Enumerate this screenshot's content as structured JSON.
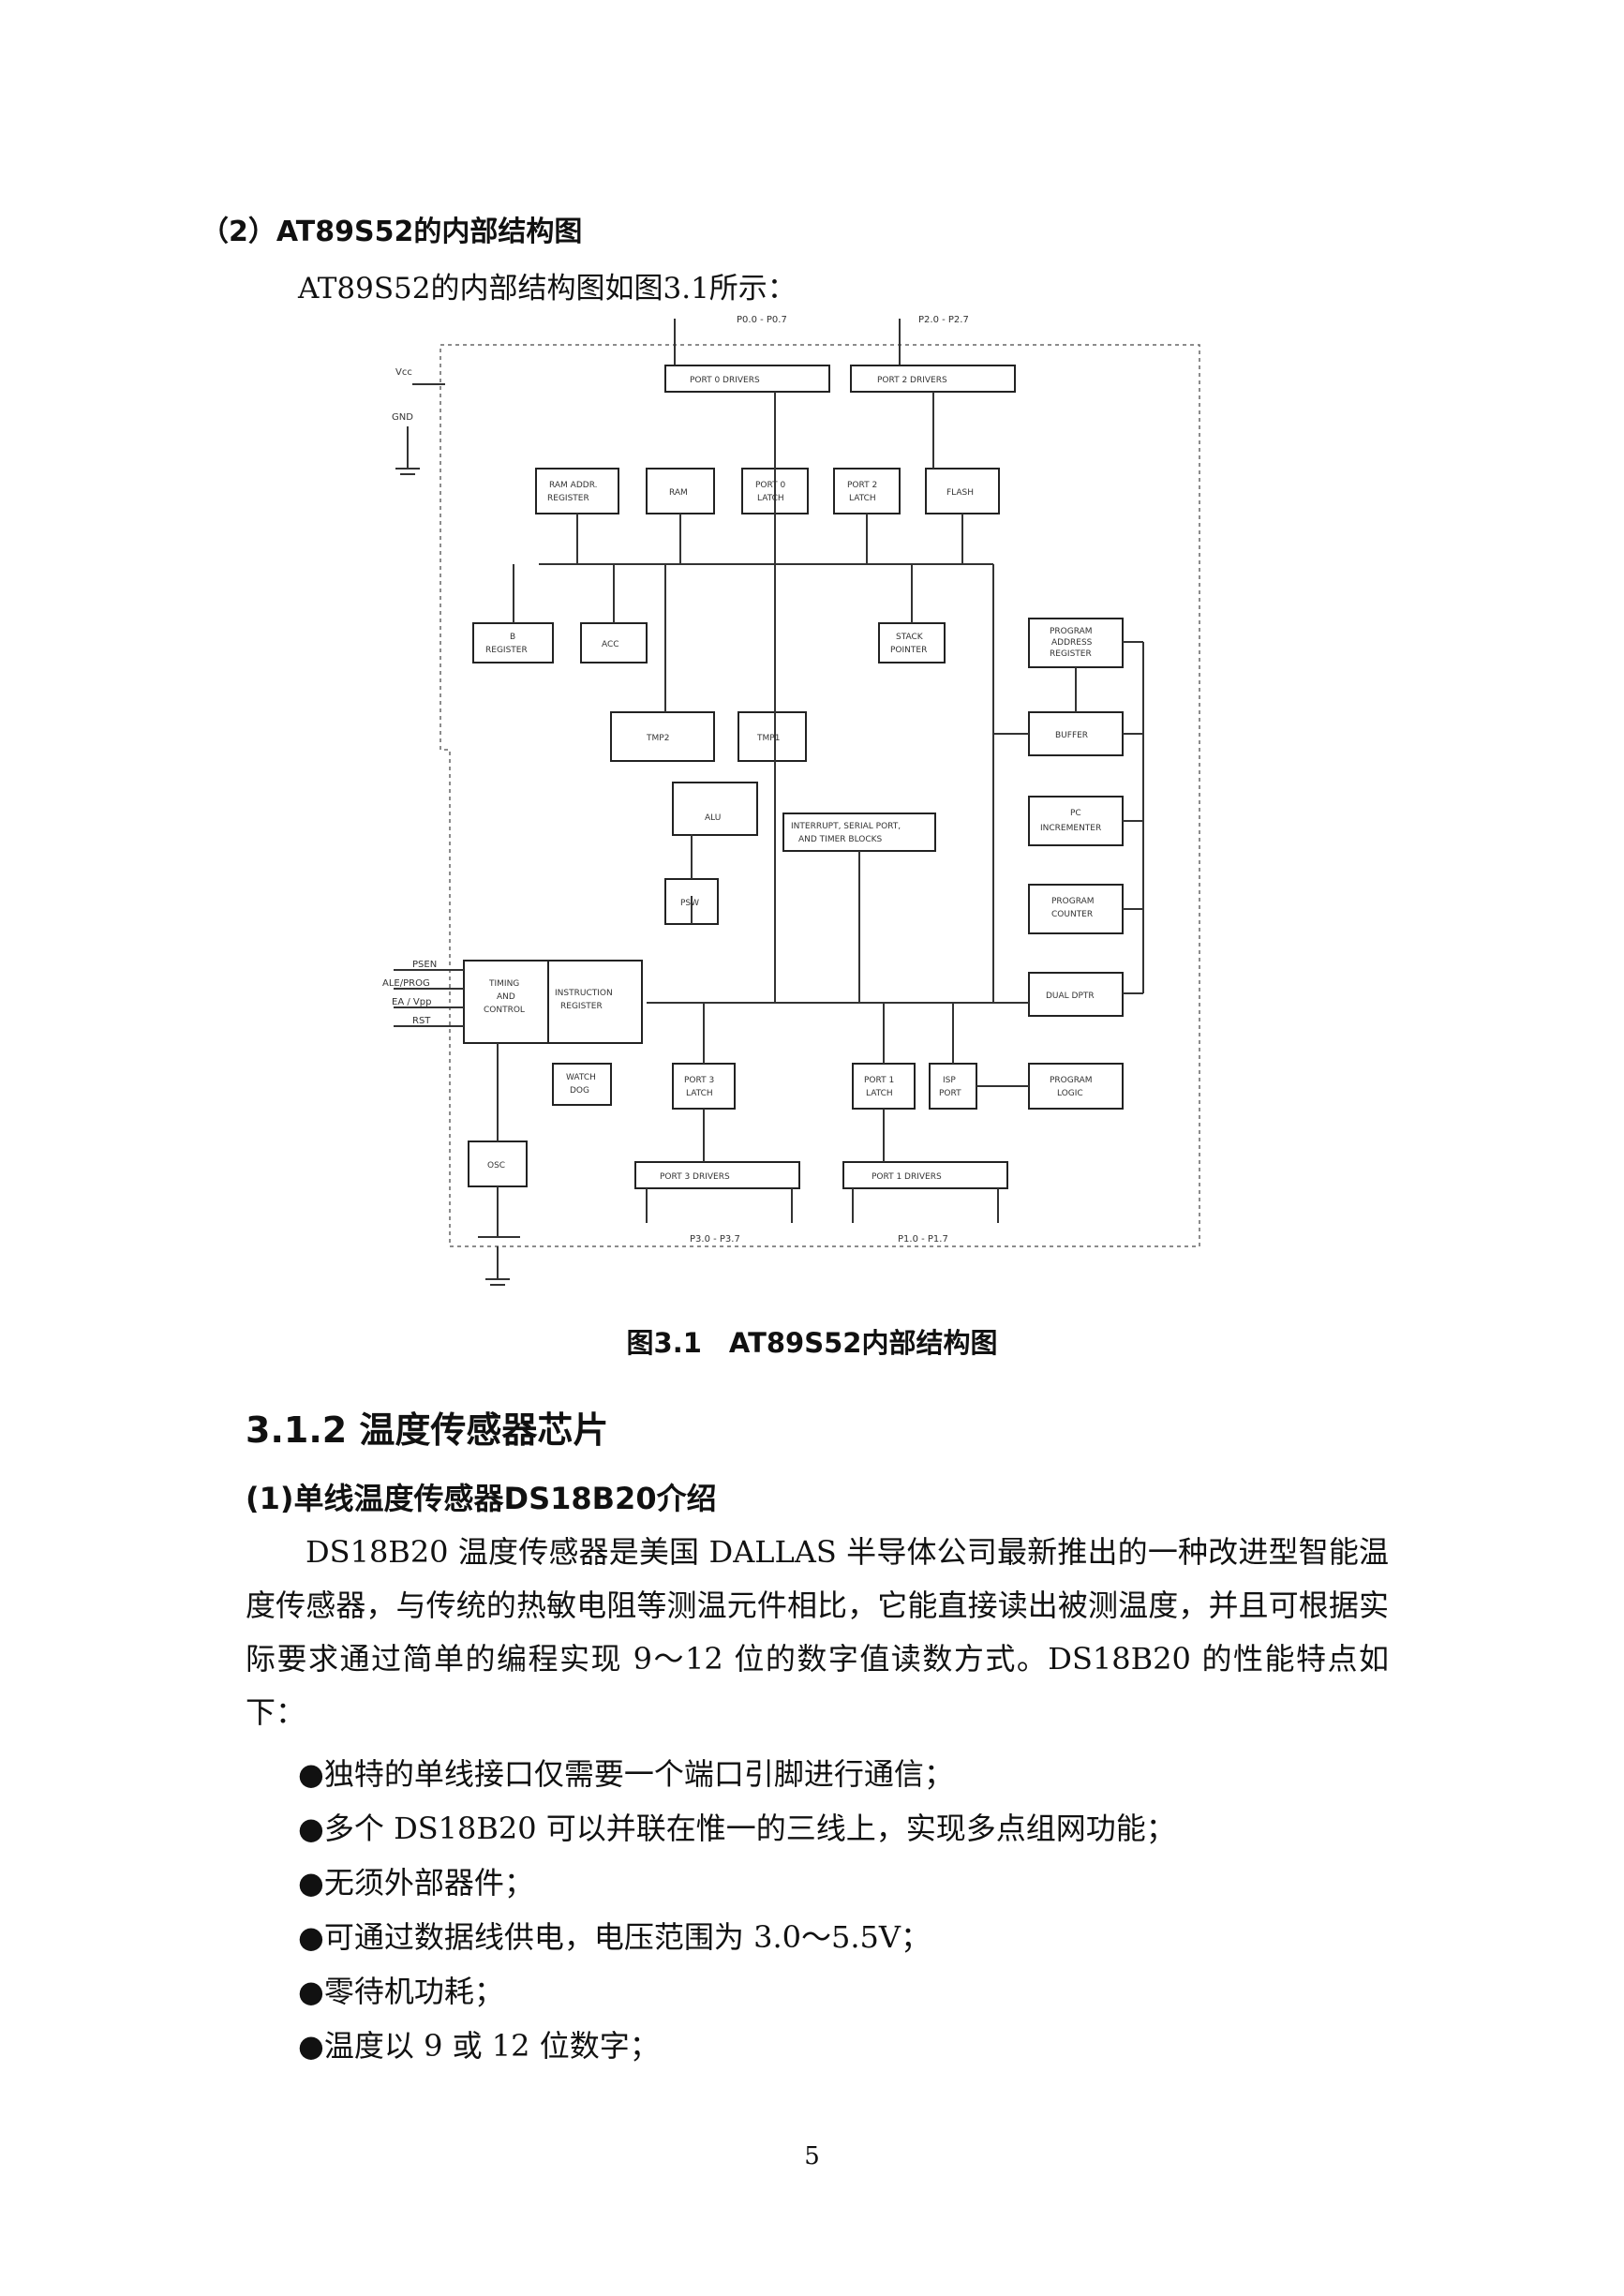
{
  "sections": {
    "sub_heading": "（2）AT89S52的内部结构图",
    "intro_text": "AT89S52的内部结构图如图3.1所示：",
    "figure_caption": "图3.1　AT89S52内部结构图",
    "heading_312": "3.1.2 温度传感器芯片",
    "heading_ds18b20": "(1)单线温度传感器DS18B20介绍",
    "paragraph": "DS18B20 温度传感器是美国 DALLAS 半导体公司最新推出的一种改进型智能温度传感器，与传统的热敏电阻等测温元件相比，它能直接读出被测温度，并且可根据实际要求通过简单的编程实现 9～12 位的数字值读数方式。DS18B20 的性能特点如下：",
    "bullets": [
      "●独特的单线接口仅需要一个端口引脚进行通信；",
      "●多个 DS18B20 可以并联在惟一的三线上，实现多点组网功能；",
      "●无须外部器件；",
      "●可通过数据线供电，电压范围为 3.0～5.5V；",
      "●零待机功耗；",
      "●温度以 9 或 12 位数字；"
    ],
    "page_number": "5"
  },
  "diagram": {
    "port_labels": {
      "p0": "P0.0 - P0.7",
      "p2": "P2.0 - P2.7",
      "p3": "P3.0 - P3.7",
      "p1": "P1.0 - P1.7"
    },
    "power_labels": {
      "vcc": "Vcc",
      "gnd": "GND"
    },
    "blocks": {
      "port0_drivers": "PORT 0 DRIVERS",
      "port2_drivers": "PORT 2 DRIVERS",
      "ram_addr": [
        "RAM ADDR.",
        "REGISTER"
      ],
      "ram": "RAM",
      "port0_latch": [
        "PORT 0",
        "LATCH"
      ],
      "port2_latch": [
        "PORT 2",
        "LATCH"
      ],
      "flash": "FLASH",
      "b_register": [
        "B",
        "REGISTER"
      ],
      "acc": "ACC",
      "stack_pointer": [
        "STACK",
        "POINTER"
      ],
      "program_address_register": [
        "PROGRAM",
        "ADDRESS",
        "REGISTER"
      ],
      "buffer": "BUFFER",
      "pc_incrementer": [
        "PC",
        "INCREMENTER"
      ],
      "program_counter": [
        "PROGRAM",
        "COUNTER"
      ],
      "dual_dptr": "DUAL DPTR",
      "tmp2": "TMP2",
      "tmp1": "TMP1",
      "alu": "ALU",
      "psw": "PSW",
      "interrupt": [
        "INTERRUPT, SERIAL PORT,",
        "AND TIMER BLOCKS"
      ],
      "timing_control": [
        "TIMING",
        "AND",
        "CONTROL"
      ],
      "instruction_register": [
        "INSTRUCTION",
        "REGISTER"
      ],
      "watch_dog": [
        "WATCH",
        "DOG"
      ],
      "port3_latch": [
        "PORT 3",
        "LATCH"
      ],
      "port1_latch": [
        "PORT 1",
        "LATCH"
      ],
      "isp_port": [
        "ISP",
        "PORT"
      ],
      "program_logic": [
        "PROGRAM",
        "LOGIC"
      ],
      "osc": "OSC",
      "port3_drivers": "PORT 3 DRIVERS",
      "port1_drivers": "PORT 1 DRIVERS"
    },
    "control_pins": [
      "PSEN",
      "ALE/PROG",
      "EA / Vpp",
      "RST"
    ]
  }
}
